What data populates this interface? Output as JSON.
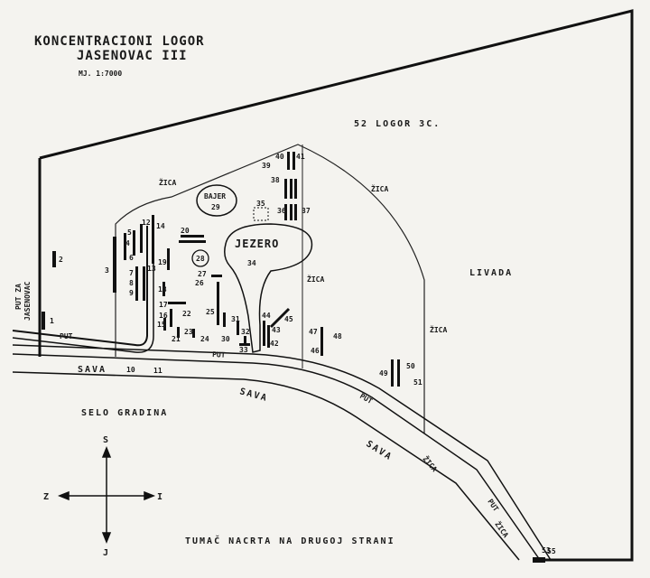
{
  "title": {
    "line1": "KONCENTRACIONI LOGOR",
    "line2": "JASENOVAC III",
    "scale": "MJ. 1:7000"
  },
  "labels": {
    "logor": "52 LOGOR 3C.",
    "livada": "LIVADA",
    "selo": "SELO GRADINA",
    "put_za_jasenovac_1": "PUT ZA",
    "put_za_jasenovac_2": "JASENOVAC",
    "put_top": "PUT",
    "put_mid": "PUT",
    "put_right": "PUT",
    "put_low": "PUT",
    "sava_1": "SAVA",
    "sava_2": "SAVA",
    "sava_3": "SAVA",
    "zica_1": "ŽICA",
    "zica_2": "ŽICA",
    "zica_3": "ŽICA",
    "zica_4": "ŽICA",
    "zica_5": "ŽICA",
    "zica_6": "ŽICA",
    "bajer_name": "BAJER",
    "bajer_num": "29",
    "jezero_name": "JEZERO",
    "jezero_num": "34",
    "legend_note": "TUMAČ NACRTA NA DRUGOJ STRANI"
  },
  "compass": {
    "north": "S",
    "south": "J",
    "west": "Z",
    "east": "I"
  },
  "building_numbers": [
    "1",
    "2",
    "3",
    "4",
    "5",
    "6",
    "7",
    "8",
    "9",
    "10",
    "11",
    "12",
    "13",
    "14",
    "15",
    "16",
    "17",
    "18",
    "19",
    "20",
    "21",
    "22",
    "23",
    "24",
    "25",
    "26",
    "27",
    "28",
    "30",
    "31",
    "32",
    "33",
    "35",
    "36",
    "37",
    "38",
    "39",
    "40",
    "41",
    "42",
    "43",
    "44",
    "45",
    "46",
    "47",
    "48",
    "49",
    "50",
    "51",
    "53",
    "55"
  ]
}
